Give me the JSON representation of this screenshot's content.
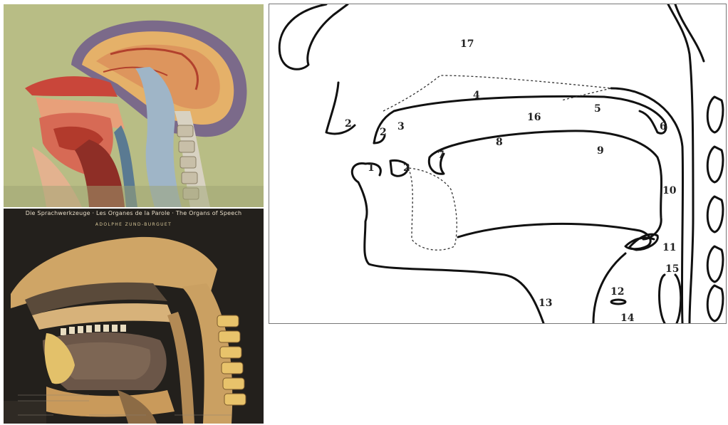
{
  "posters": {
    "bottom_title": "Die Sprachwerkzeuge · Les Organes de la Parole · The Organs of Speech",
    "bottom_subtitle": "ADOLPHE ZUND-BURGUET"
  },
  "diagram": {
    "labels": [
      {
        "id": "l17",
        "text": "17"
      },
      {
        "id": "l4",
        "text": "4"
      },
      {
        "id": "l5",
        "text": "5"
      },
      {
        "id": "l16",
        "text": "16"
      },
      {
        "id": "l2a",
        "text": "2"
      },
      {
        "id": "l2b",
        "text": "2"
      },
      {
        "id": "l3",
        "text": "3"
      },
      {
        "id": "l6",
        "text": "6"
      },
      {
        "id": "l7",
        "text": "7"
      },
      {
        "id": "l8",
        "text": "8"
      },
      {
        "id": "l9",
        "text": "9"
      },
      {
        "id": "l1",
        "text": "1"
      },
      {
        "id": "l2c",
        "text": "2"
      },
      {
        "id": "l10",
        "text": "10"
      },
      {
        "id": "l11",
        "text": "11"
      },
      {
        "id": "l15",
        "text": "15"
      },
      {
        "id": "l12",
        "text": "12"
      },
      {
        "id": "l13",
        "text": "13"
      },
      {
        "id": "l14",
        "text": "14"
      }
    ]
  }
}
